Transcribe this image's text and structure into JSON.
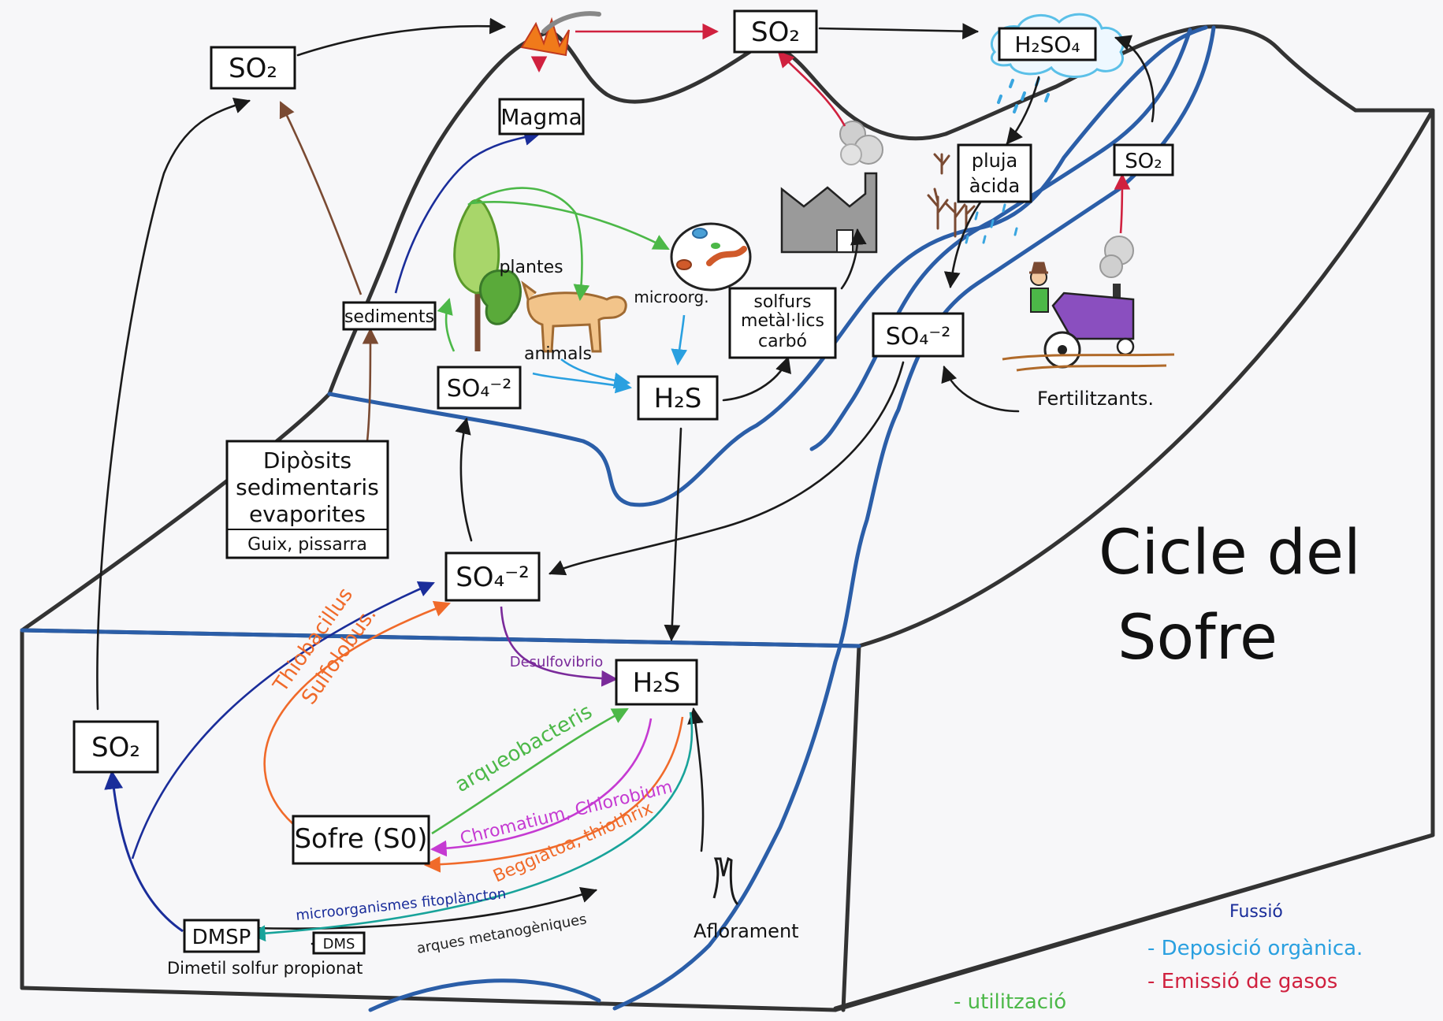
{
  "title": [
    "Cicle del",
    "Sofre"
  ],
  "nodes": {
    "so2_top_left": "SO₂",
    "magma": "Magma",
    "so2_volcano": "SO₂",
    "h2so4": "H₂SO₄",
    "pluja_acida": [
      "pluja",
      "àcida"
    ],
    "so2_tractor": "SO₂",
    "sediments": "sediments",
    "plantes": "plantes",
    "microorganismes": "microorg.",
    "animals": "animals",
    "solfurs_metallics": [
      "solfurs",
      "metàl·lics",
      "carbó"
    ],
    "so4_right": "SO₄⁻²",
    "so4_land": "SO₄⁻²",
    "h2s_land": "H₂S",
    "fertilitzants": "Fertilitzants.",
    "diposits": [
      "Dipòsits",
      "sedimentaris",
      "evaporites"
    ],
    "guix": "Guix, pissarra",
    "so4_sea": "SO₄⁻²",
    "h2s_sea": "H₂S",
    "desulfovibrio": "Desulfovibrio",
    "so2_sea": "SO₂",
    "thiobacillus": "Thiobacillus",
    "sulfolobus": "Sulfolobus.",
    "arqueobacteris": "arqueobacteris",
    "sofre_s0": "Sofre (S0)",
    "chromatium": "Chromatium, Chlorobium",
    "beggiatoa": "Beggiatoa, thiothrix",
    "microorganismes_fito": "microorganismes fitoplàncton",
    "arques": "arques metanogèniques",
    "dmsp": "DMSP",
    "dms": "DMS",
    "dimetil": "Dimetil solfur propionat",
    "aflorament": "Aflorament"
  },
  "legend": {
    "fussio": "Fussió",
    "deposicio": "- Deposició orgànica.",
    "emissio": "- Emissió de gasos",
    "utilitzacio": "- utilització"
  },
  "colors": {
    "black": "#1a1a1a",
    "land_line": "#333333",
    "water_blue": "#2b5ea8",
    "dark_blue": "#1a2d9a",
    "light_blue": "#2aa0e0",
    "red": "#d0213f",
    "brown": "#7a4a32",
    "green": "#4cb848",
    "orange": "#f06a2a",
    "magenta": "#c53ad2",
    "purple": "#7a2a9a",
    "teal": "#18a39a"
  }
}
